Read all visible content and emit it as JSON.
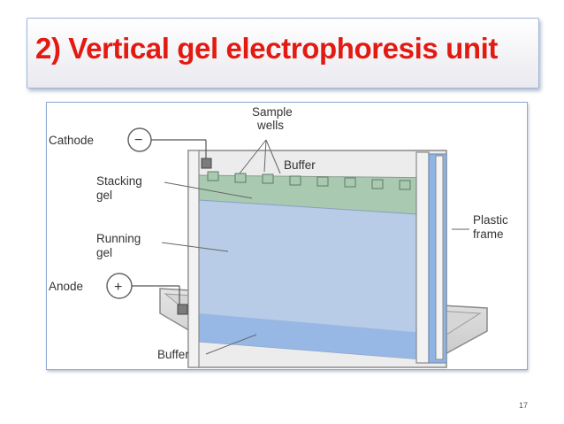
{
  "slide": {
    "title": "2) Vertical gel electrophoresis unit",
    "number": "17"
  },
  "colors": {
    "title": "#e21a12",
    "stacking_gel": "#a9c9b0",
    "running_gel": "#b8cce8",
    "buffer_bottom": "#7faee0",
    "frame": "#e9e9e9"
  },
  "diagram": {
    "labels": {
      "sample": "Sample",
      "wells": "wells",
      "cathode": "Cathode",
      "cathode_sign": "−",
      "buffer_top": "Buffer",
      "stacking": "Stacking",
      "stacking_gel": "gel",
      "plastic": "Plastic",
      "frame": "frame",
      "running": "Running",
      "running_gel": "gel",
      "anode": "Anode",
      "anode_sign": "+",
      "buffer_bottom": "Buffer"
    }
  }
}
